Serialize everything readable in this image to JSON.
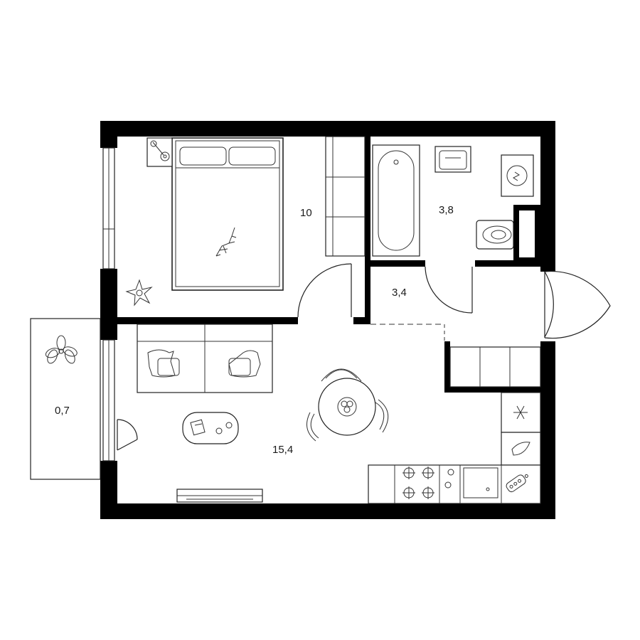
{
  "rooms": {
    "bedroom": {
      "area": "10"
    },
    "bathroom": {
      "area": "3,8"
    },
    "hallway": {
      "area": "3,4"
    },
    "living_kitchen": {
      "area": "15,4"
    },
    "balcony": {
      "area": "0,7"
    }
  },
  "colors": {
    "wall": "#000000",
    "line": "#222222",
    "background": "#ffffff"
  },
  "icons": [
    "cat-icon",
    "plant-icon",
    "snowflake-icon",
    "drop-icon",
    "lamp-icon",
    "washing-machine-icon"
  ]
}
